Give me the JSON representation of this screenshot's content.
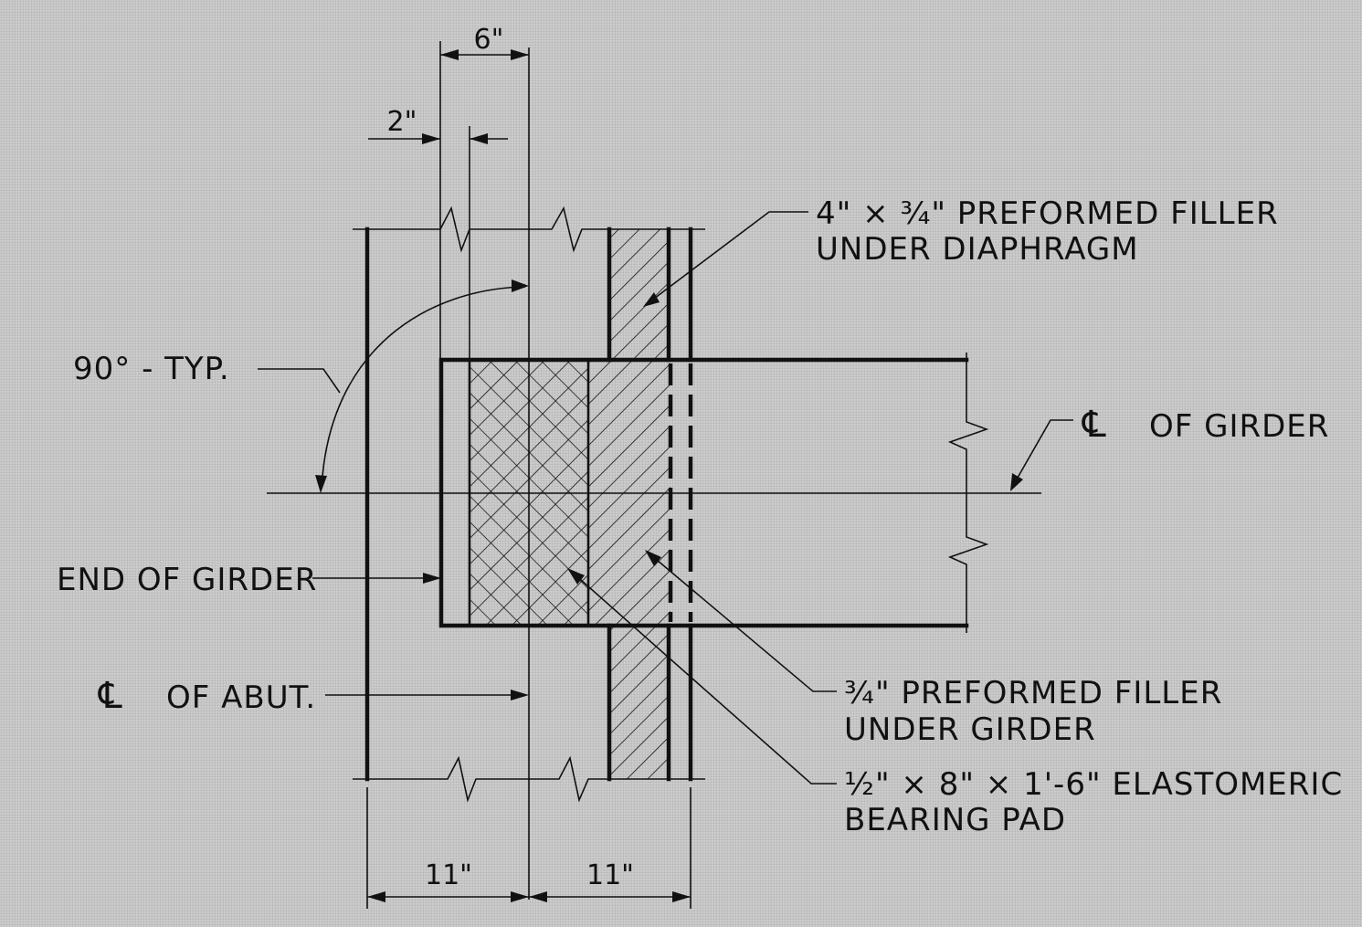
{
  "labels": {
    "diaphragm_filler_line1": "4\" × ¾\" PREFORMED FILLER",
    "diaphragm_filler_line2": "UNDER DIAPHRAGM",
    "angle": "90° - TYP.",
    "cl_girder_symbol": "℄",
    "cl_girder_text": "OF GIRDER",
    "end_of_girder": "END OF GIRDER",
    "cl_abut_symbol": "℄",
    "cl_abut_text": "OF ABUT.",
    "girder_filler_line1": "¾\" PREFORMED FILLER",
    "girder_filler_line2": "UNDER GIRDER",
    "pad_line1": "½\" × 8\" × 1'-6\" ELASTOMERIC",
    "pad_line2": "BEARING PAD"
  },
  "dimensions": {
    "top_6": "6\"",
    "top_2": "2\"",
    "bottom_left_11": "11\"",
    "bottom_right_11": "11\""
  }
}
